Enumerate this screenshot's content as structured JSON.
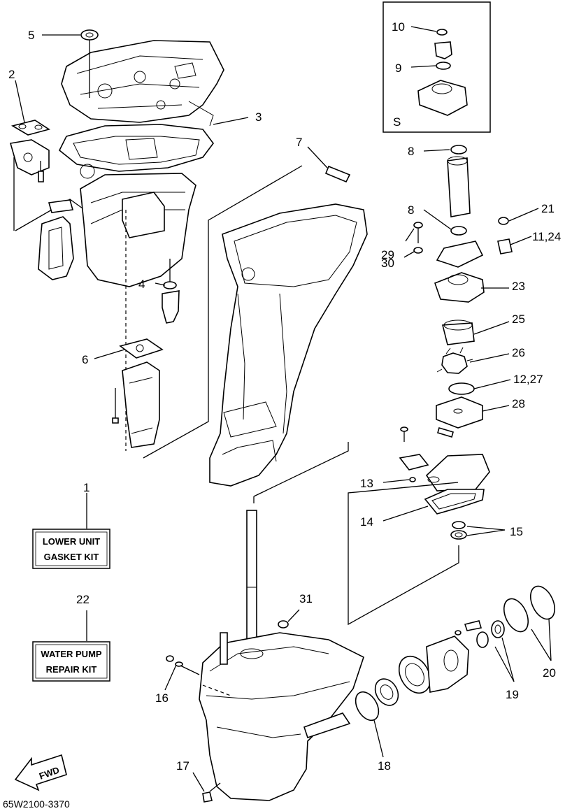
{
  "callouts": {
    "c1": "1",
    "c2": "2",
    "c3": "3",
    "c4": "4",
    "c5": "5",
    "c6": "6",
    "c7": "7",
    "c8a": "8",
    "c8b": "8",
    "c9": "9",
    "c10": "10",
    "c11_24": "11,24",
    "c12_27": "12,27",
    "c13": "13",
    "c14": "14",
    "c15": "15",
    "c16": "16",
    "c17": "17",
    "c18": "18",
    "c19": "19",
    "c20": "20",
    "c21": "21",
    "c22": "22",
    "c23": "23",
    "c25": "25",
    "c26": "26",
    "c28": "28",
    "c29": "29",
    "c30": "30",
    "c31": "31"
  },
  "inset_label": "S",
  "kit_lower": {
    "line1": "LOWER UNIT",
    "line2": "GASKET KIT"
  },
  "kit_pump": {
    "line1": "WATER PUMP",
    "line2": "REPAIR KIT"
  },
  "fwd_label": "FWD",
  "drawing_code": "65W2100-3370"
}
